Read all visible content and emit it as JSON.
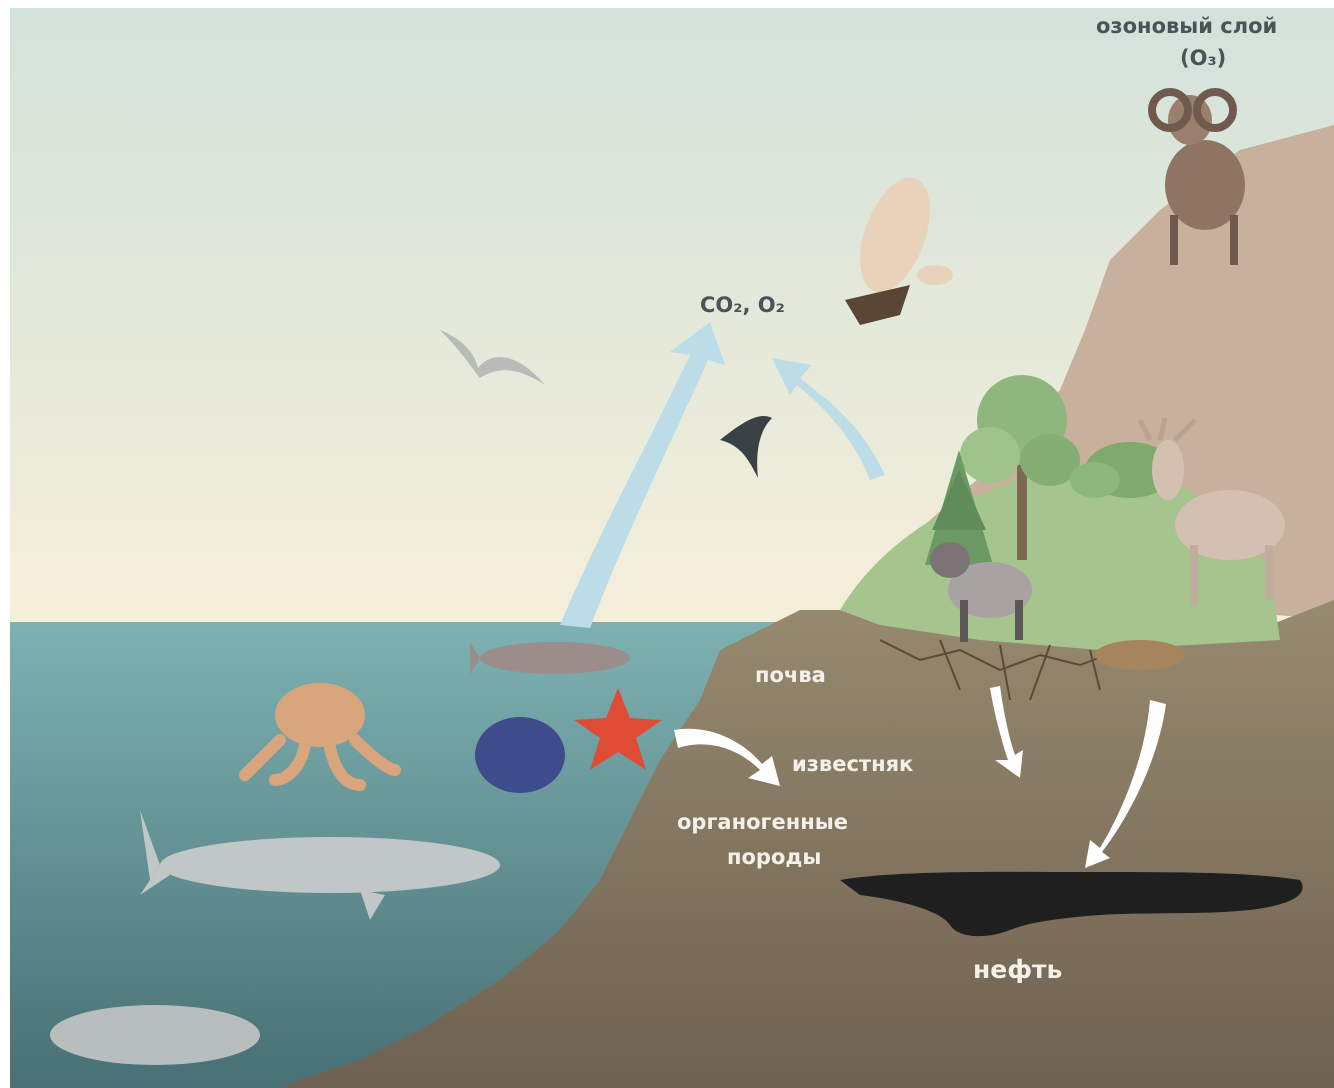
{
  "labels": {
    "ozone_layer": "озоновый слой",
    "ozone_formula": "(O₃)",
    "gases": "CO₂, O₂",
    "soil": "почва",
    "limestone": "известняк",
    "organogenic_line1": "органогенные",
    "organogenic_line2": "породы",
    "oil": "нефть"
  },
  "colors": {
    "sky_top": "#d3e2db",
    "sky_bottom": "#f5efd9",
    "sea_top": "#7eb2b2",
    "sea_bottom": "#476f74",
    "land": "#8b7c63",
    "mountain": "#c7b19c",
    "forest": "#a6c48e",
    "arrow_air": "#bcdce8",
    "arrow_ground": "#ffffff",
    "oil": "#1e1f1e"
  }
}
